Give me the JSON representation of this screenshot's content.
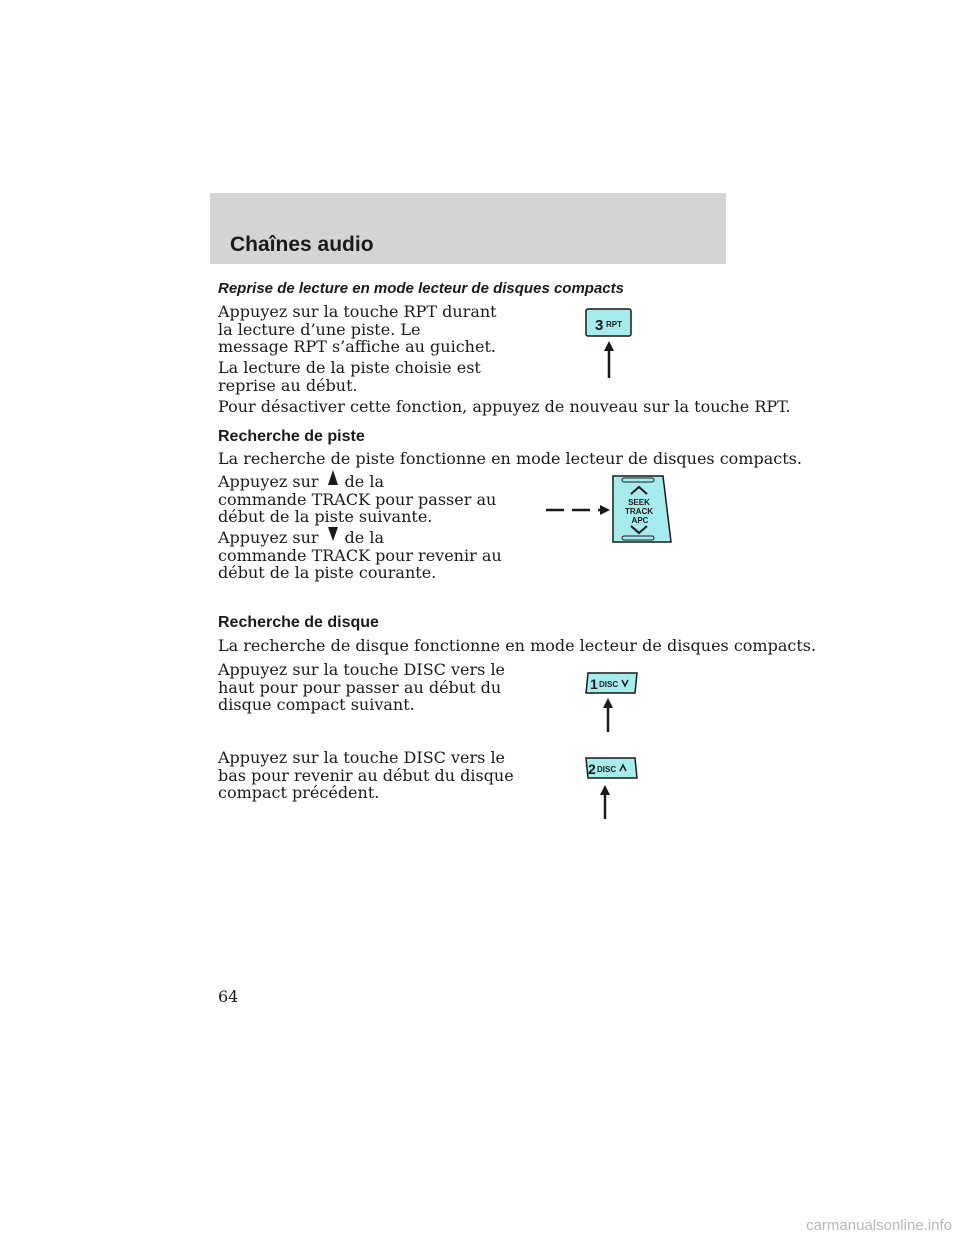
{
  "header": {
    "title": "Chaînes audio"
  },
  "sections": {
    "reprise": {
      "heading": "Reprise de lecture en mode lecteur de disques compacts",
      "p1": [
        "Appuyez sur la touche RPT durant",
        "la lecture d’une piste. Le",
        "message RPT s’affiche au guichet."
      ],
      "p2": [
        "La lecture de la piste choisie est",
        "reprise au début."
      ],
      "p3": "Pour désactiver cette fonction, appuyez de nouveau sur la touche RPT."
    },
    "piste": {
      "heading": "Recherche de piste",
      "intro": "La recherche de piste fonctionne en mode lecteur de disques compacts.",
      "up_prefix": "Appuyez sur",
      "up_suffix": "de la",
      "up_lines": [
        "commande TRACK pour passer au",
        "début de la piste suivante."
      ],
      "down_prefix": "Appuyez sur",
      "down_suffix": "de la",
      "down_lines": [
        "commande TRACK pour revenir au",
        "début de la piste courante."
      ]
    },
    "disque": {
      "heading": "Recherche de disque",
      "intro": "La recherche de disque fonctionne en mode lecteur de disques compacts.",
      "up": [
        "Appuyez sur la touche DISC vers le",
        "haut pour pour passer au début du",
        "disque compact suivant."
      ],
      "down": [
        "Appuyez sur la touche DISC vers le",
        "bas pour revenir au début du disque",
        "compact précédent."
      ]
    }
  },
  "illustrations": {
    "rpt_button": {
      "number": "3",
      "label": "RPT"
    },
    "seek_button": {
      "line1": "SEEK",
      "line2": "TRACK",
      "line3": "APC"
    },
    "disc_up_button": {
      "number": "1",
      "label": "DISC"
    },
    "disc_down_button": {
      "number": "2",
      "label": "DISC"
    },
    "button_color": "#a6ecec"
  },
  "footer": {
    "page_number": "64",
    "watermark": "carmanualsonline.info"
  }
}
